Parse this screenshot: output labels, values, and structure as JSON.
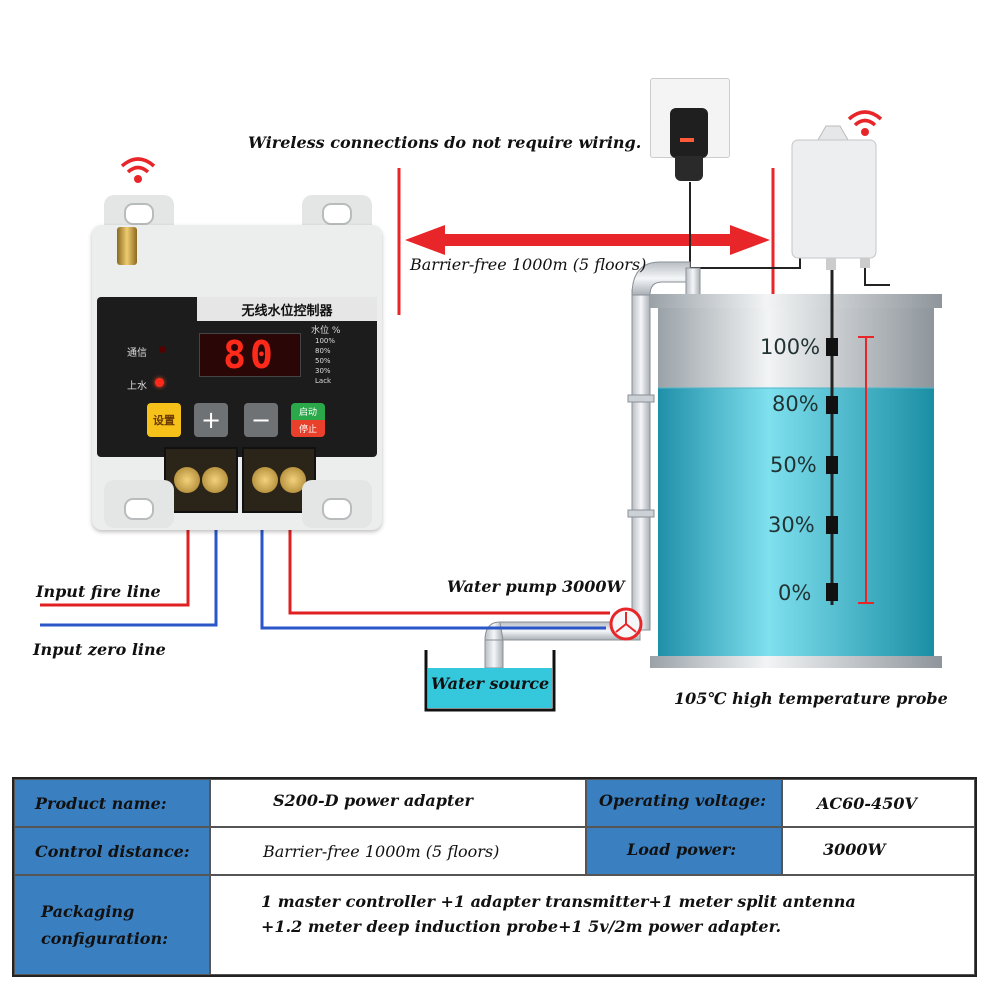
{
  "diagram": {
    "wireless_note": "Wireless connections do not require wiring.",
    "distance_label": "Barrier-free 1000m (5 floors)",
    "input_fire_line": "Input fire line",
    "input_zero_line": "Input zero line",
    "water_pump": "Water pump 3000W",
    "water_source": "Water source",
    "probe_label": "105℃ high temperature probe",
    "tank_levels": [
      "100%",
      "80%",
      "50%",
      "30%",
      "0%"
    ],
    "wifi_icon": "wifi-icon"
  },
  "controller": {
    "header": "无线水位控制器",
    "display_value": "80",
    "comm_label": "通信",
    "fill_label": "上水",
    "level_title": "水位 %",
    "level_items": [
      "100%",
      "80%",
      "50%",
      "30%",
      "Lack"
    ],
    "set_button": "设置",
    "plus_button": "+",
    "minus_button": "−",
    "start_label": "启动",
    "stop_label": "停止"
  },
  "spec_table": {
    "rows": [
      {
        "label1": "Product name:",
        "value1": "S200-D power adapter",
        "label2": "Operating voltage:",
        "value2": "AC60-450V"
      },
      {
        "label1": "Control distance:",
        "value1": "Barrier-free 1000m (5 floors)",
        "label2": "Load power:",
        "value2": "3000W"
      }
    ],
    "packaging_label_line1": "Packaging",
    "packaging_label_line2": "configuration:",
    "packaging_line1": "1 master controller +1 adapter transmitter+1 meter split antenna",
    "packaging_line2": "+1.2 meter deep induction probe+1 5v/2m power adapter."
  },
  "colors": {
    "arrow_red": "#e8262a",
    "wire_red": "#e02020",
    "wire_blue": "#2a56c8",
    "water": "#2fb9cf",
    "table_header_blue": "#3a7fc0"
  }
}
